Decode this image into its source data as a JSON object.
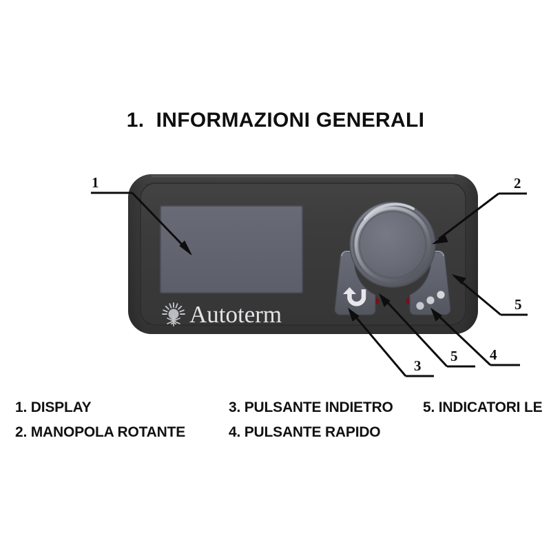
{
  "document": {
    "title": "1.  INFORMAZIONI GENERALI",
    "background_color": "#ffffff"
  },
  "figure": {
    "name": "autoterm-control-panel-diagram",
    "device": {
      "brand_logo_text": "Autoterm",
      "logo_icon": "sun-snowflake-icon",
      "body_color": "#383838",
      "panel_color": "#3b3b3b",
      "display": {
        "label": "display-screen",
        "color": "#62656f",
        "content": ""
      },
      "rotary_knob": {
        "label": "rotary-knob",
        "color": "#6a6c77"
      },
      "back_button": {
        "label": "back-button",
        "icon": "u-turn-arrow-icon",
        "color": "#5f626c"
      },
      "quick_button": {
        "label": "quick-button",
        "icon": "three-dots-icon",
        "color": "#5f626c"
      },
      "led_indicators": {
        "label": "led-indicator-arcs",
        "color": "#9d1420"
      }
    },
    "callouts": [
      {
        "id": "1",
        "number": "1",
        "target": "display"
      },
      {
        "id": "2",
        "number": "2",
        "target": "rotary-knob"
      },
      {
        "id": "3",
        "number": "3",
        "target": "back-button"
      },
      {
        "id": "4",
        "number": "4",
        "target": "quick-button"
      },
      {
        "id": "5a",
        "number": "5",
        "target": "led-left"
      },
      {
        "id": "5b",
        "number": "5",
        "target": "led-right"
      }
    ]
  },
  "legend": {
    "items": [
      {
        "number": "1.",
        "label": "1. DISPLAY"
      },
      {
        "number": "2.",
        "label": "2. MANOPOLA ROTANTE"
      },
      {
        "number": "3.",
        "label": "3. PULSANTE INDIETRO"
      },
      {
        "number": "4.",
        "label": "4. PULSANTE RAPIDO"
      },
      {
        "number": "5.",
        "label": "5. INDICATORI LE"
      }
    ]
  }
}
